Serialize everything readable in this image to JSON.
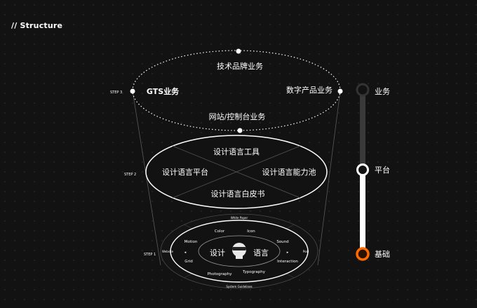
{
  "header": {
    "title": "// Structure"
  },
  "steps": {
    "step3": "STEP 3",
    "step2": "STEP 2",
    "step1": "STEP 1"
  },
  "level3": {
    "top": "技术品牌业务",
    "left": "GTS业务",
    "right": "数字产品业务",
    "bottom": "网站/控制台业务"
  },
  "level2": {
    "top": "设计语言工具",
    "left": "设计语言平台",
    "right": "设计语言能力池",
    "bottom": "设计语言白皮书"
  },
  "level1": {
    "outer_top": "White Paper",
    "outer_left": "Website",
    "outer_right": "Pool",
    "outer_bottom": "System Guidelines",
    "ring_items": [
      "Color",
      "Icon",
      "Motion",
      "Sound",
      "Grid",
      "Interaction",
      "Photography",
      "Typography"
    ],
    "center_left": "设计",
    "center_right": "语言"
  },
  "scale": {
    "labels": [
      "业务",
      "平台",
      "基础"
    ],
    "colors": {
      "track_top": "#3a3a3a",
      "track_bottom": "#ffffff",
      "accent": "#ff6a00"
    }
  }
}
